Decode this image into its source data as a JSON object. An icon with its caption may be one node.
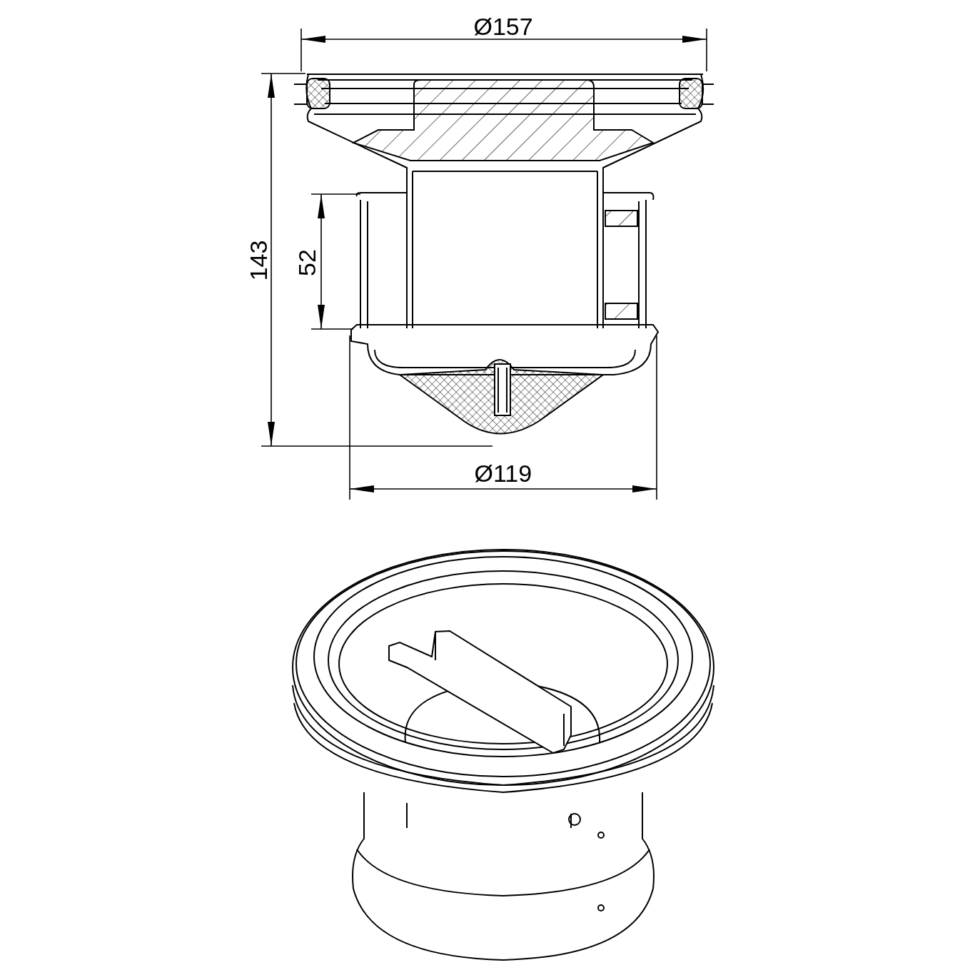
{
  "diagram": {
    "labels": [
      "Ø157",
      "143",
      "52",
      "Ø119"
    ]
  }
}
